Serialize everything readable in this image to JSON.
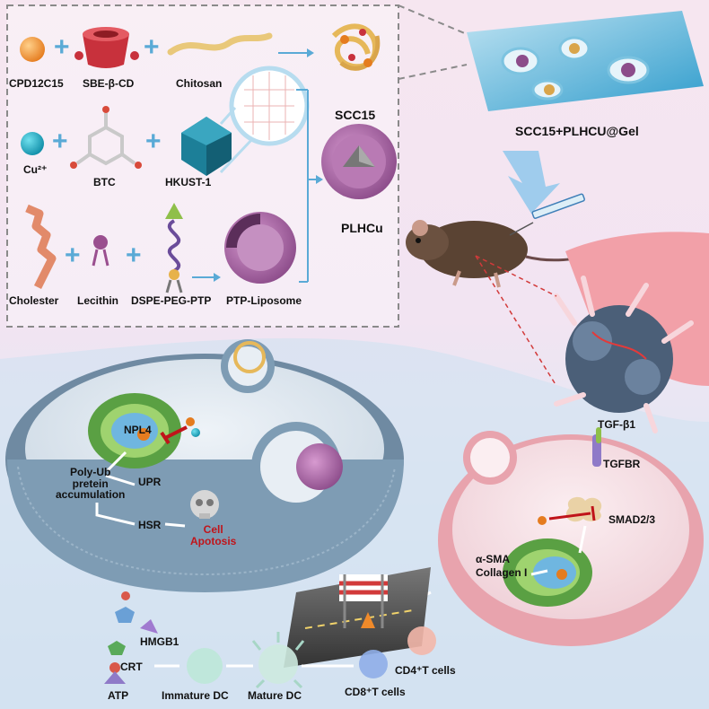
{
  "colors": {
    "accent": "#5aaad6",
    "apoptosis": "#c0141a",
    "cell_blue": "#7e9cb4",
    "cell_pink": "#e8a3ad"
  },
  "synthesis": {
    "row1": [
      "CPD12C15",
      "SBE-β-CD",
      "Chitosan"
    ],
    "row2": [
      "Cu²⁺",
      "BTC",
      "HKUST-1"
    ],
    "row3": [
      "Cholester",
      "Lecithin",
      "DSPE-PEG-PTP",
      "PTP-Liposome"
    ],
    "product1": "SCC15",
    "product2": "PLHCu",
    "hydrogel": "SCC15+PLHCU@Gel"
  },
  "tumor_cell": {
    "npl4": "NPL4",
    "poly_ub": "Poly-Ub\npretein\naccumulation",
    "upr": "UPR",
    "hsr": "HSR",
    "death": "Cell\nApotosis"
  },
  "fibroblast": {
    "tgf": "TGF-β1",
    "tgfbr": "TGFBR",
    "smad": "SMAD2/3",
    "markers": "α-SMA\nCollagen I"
  },
  "immune": {
    "hmgb1": "HMGB1",
    "crt": "CRT",
    "atp": "ATP",
    "immature": "Immature DC",
    "mature": "Mature DC",
    "cd8": "CD8⁺T cells",
    "cd4": "CD4⁺T cells"
  }
}
